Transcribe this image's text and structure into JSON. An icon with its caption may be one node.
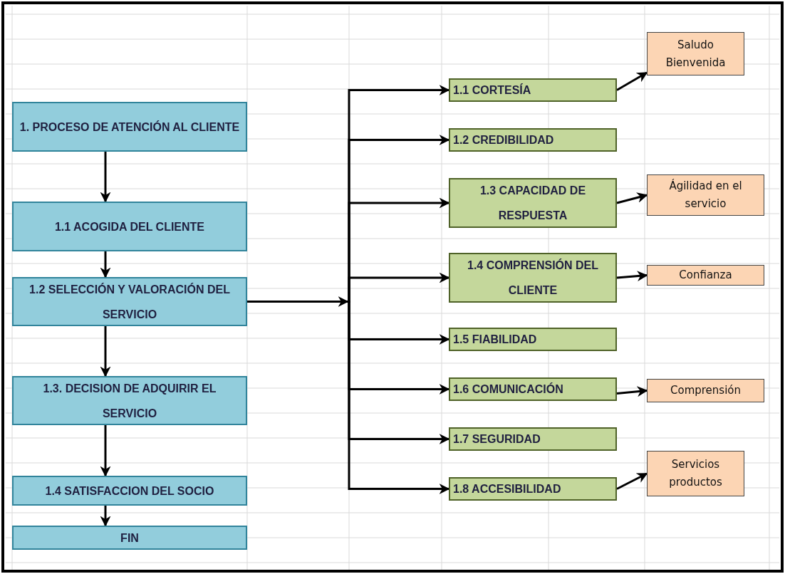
{
  "diagram": {
    "nodes": [
      {
        "text": [
          "1. PROCESO DE ATENCIÓN AL CLIENTE"
        ]
      },
      {
        "text": [
          "1.1 ACOGIDA DEL CLIENTE"
        ]
      },
      {
        "text": [
          "1.2 SELECCIÓN Y VALORACIÓN DEL SERVICIO"
        ]
      },
      {
        "text": [
          "1.3. DECISION DE ADQUIRIR EL SERVICIO"
        ]
      },
      {
        "text": [
          "1.4 SATISFACCION DEL SOCIO"
        ]
      },
      {
        "text": [
          "FIN"
        ]
      },
      {
        "text": [
          "1.1 CORTESÍA"
        ]
      },
      {
        "text": [
          "1.2 CREDIBILIDAD"
        ]
      },
      {
        "text": [
          "1.3 CAPACIDAD DE RESPUESTA"
        ]
      },
      {
        "text": [
          "1.4 COMPRENSIÓN DEL CLIENTE"
        ]
      },
      {
        "text": [
          "1.5 FIABILIDAD"
        ]
      },
      {
        "text": [
          "1.6 COMUNICACIÓN"
        ]
      },
      {
        "text": [
          "1.7 SEGURIDAD"
        ]
      },
      {
        "text": [
          "1.8 ACCESIBILIDAD"
        ]
      },
      {
        "text": [
          "Saludo Bienvenida"
        ]
      },
      {
        "text": [
          "Ágilidad en el servicio"
        ]
      },
      {
        "text": [
          "Confianza"
        ]
      },
      {
        "text": [
          "Comprensión"
        ]
      },
      {
        "text": [
          "Servicios productos"
        ]
      }
    ],
    "edges": [
      {
        "from": 0,
        "to": 1,
        "arrow": "to"
      },
      {
        "from": 1,
        "to": 2,
        "arrow": "to"
      },
      {
        "from": 2,
        "to": 3,
        "arrow": "to"
      },
      {
        "from": 3,
        "to": 4,
        "arrow": "to"
      },
      {
        "from": 4,
        "to": 5,
        "arrow": "to"
      },
      {
        "from": 2,
        "to": 6,
        "arrow": "to"
      },
      {
        "from": 2,
        "to": 7,
        "arrow": "to"
      },
      {
        "from": 2,
        "to": 8,
        "arrow": "to"
      },
      {
        "from": 2,
        "to": 9,
        "arrow": "to"
      },
      {
        "from": 2,
        "to": 10,
        "arrow": "to"
      },
      {
        "from": 2,
        "to": 11,
        "arrow": "to"
      },
      {
        "from": 2,
        "to": 12,
        "arrow": "to"
      },
      {
        "from": 2,
        "to": 13,
        "arrow": "to"
      },
      {
        "from": 6,
        "to": 14,
        "arrow": "to"
      },
      {
        "from": 8,
        "to": 15,
        "arrow": "to"
      },
      {
        "from": 9,
        "to": 16,
        "arrow": "to"
      },
      {
        "from": 11,
        "to": 17,
        "arrow": "to"
      },
      {
        "from": 13,
        "to": 18,
        "arrow": "to"
      }
    ]
  }
}
